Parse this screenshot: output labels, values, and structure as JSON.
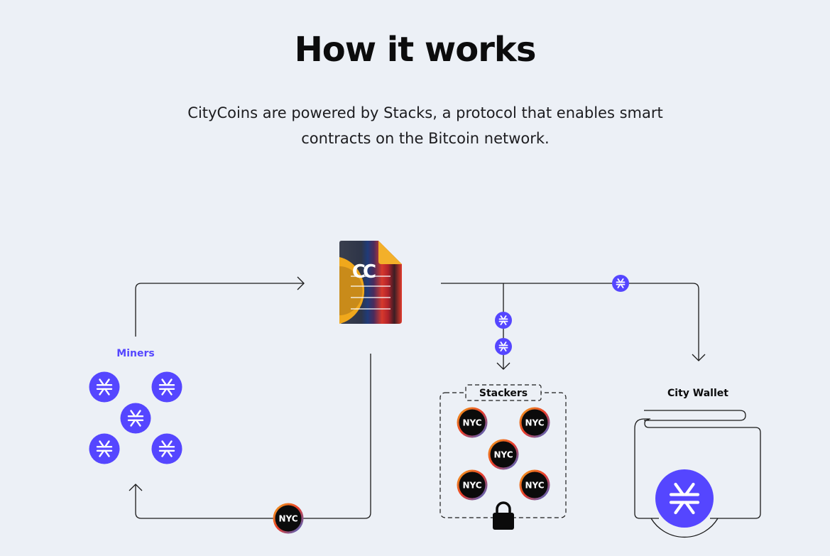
{
  "header": {
    "title": "How it works",
    "subtitle": "CityCoins are powered by Stacks, a protocol that enables smart contracts on the Bitcoin network."
  },
  "diagram": {
    "contract_label": "CC",
    "miners_label": "Miners",
    "stackers_label": "Stackers",
    "wallet_label": "City Wallet",
    "coin_label": "NYC"
  },
  "colors": {
    "background": "#ecf0f6",
    "stacks_purple": "#5546ff",
    "miners_label": "#5546ff",
    "nyc_coin": "#0b0b0b",
    "line": "#1a1a1a"
  },
  "icons": {
    "stacks": "stacks-icon",
    "coin": "nyc-coin-icon",
    "lock": "lock-icon",
    "wallet": "wallet-icon",
    "contract": "contract-document-icon"
  }
}
